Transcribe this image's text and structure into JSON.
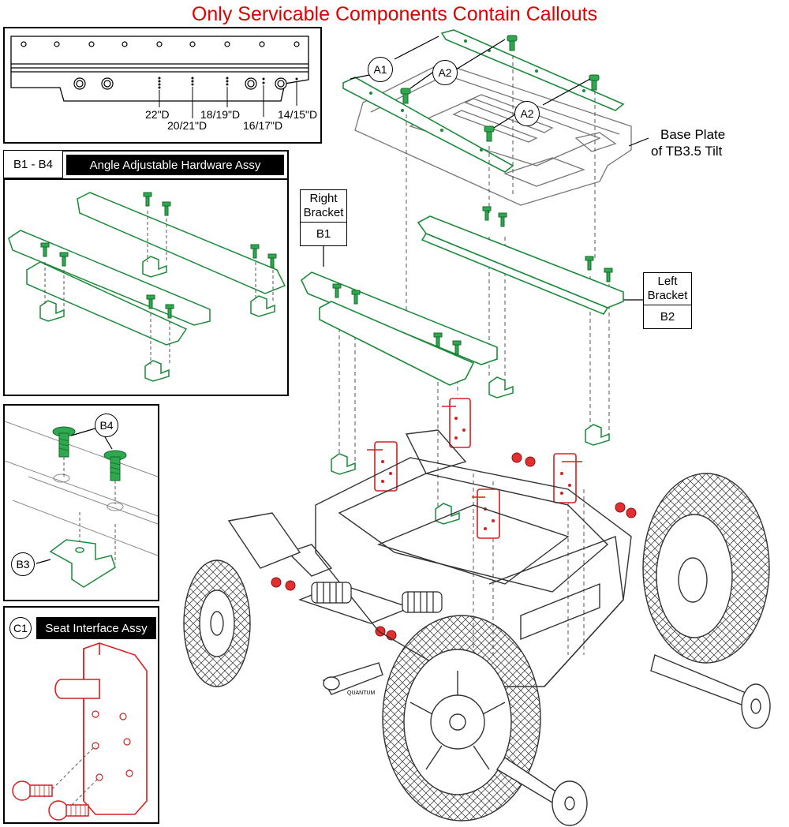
{
  "header": {
    "title": "Only Servicable Components Contain Callouts"
  },
  "top_panel": {
    "hole_labels": [
      "22\"D",
      "20/21\"D",
      "18/19\"D",
      "16/17\"D",
      "14/15\"D"
    ]
  },
  "panel_b": {
    "id": "B1 - B4",
    "title": "Angle Adjustable Hardware Assy"
  },
  "panel_b_detail": {
    "callouts": [
      "B4",
      "B3"
    ]
  },
  "panel_c": {
    "id": "C1",
    "title": "Seat Interface Assy"
  },
  "main": {
    "callouts": [
      "A1",
      "A2",
      "A2"
    ],
    "base_plate_label_line1": "Base Plate",
    "base_plate_label_line2": "of TB3.5 Tilt",
    "right_bracket": {
      "line1": "Right",
      "line2": "Bracket",
      "id": "B1"
    },
    "left_bracket": {
      "line1": "Left",
      "line2": "Bracket",
      "id": "B2"
    },
    "brand_mark": "QUANTUM"
  },
  "colors": {
    "callout_red": "#e00000",
    "green_part": "#1c8a3a",
    "red_part": "#d42020",
    "line_gray": "#555555"
  }
}
